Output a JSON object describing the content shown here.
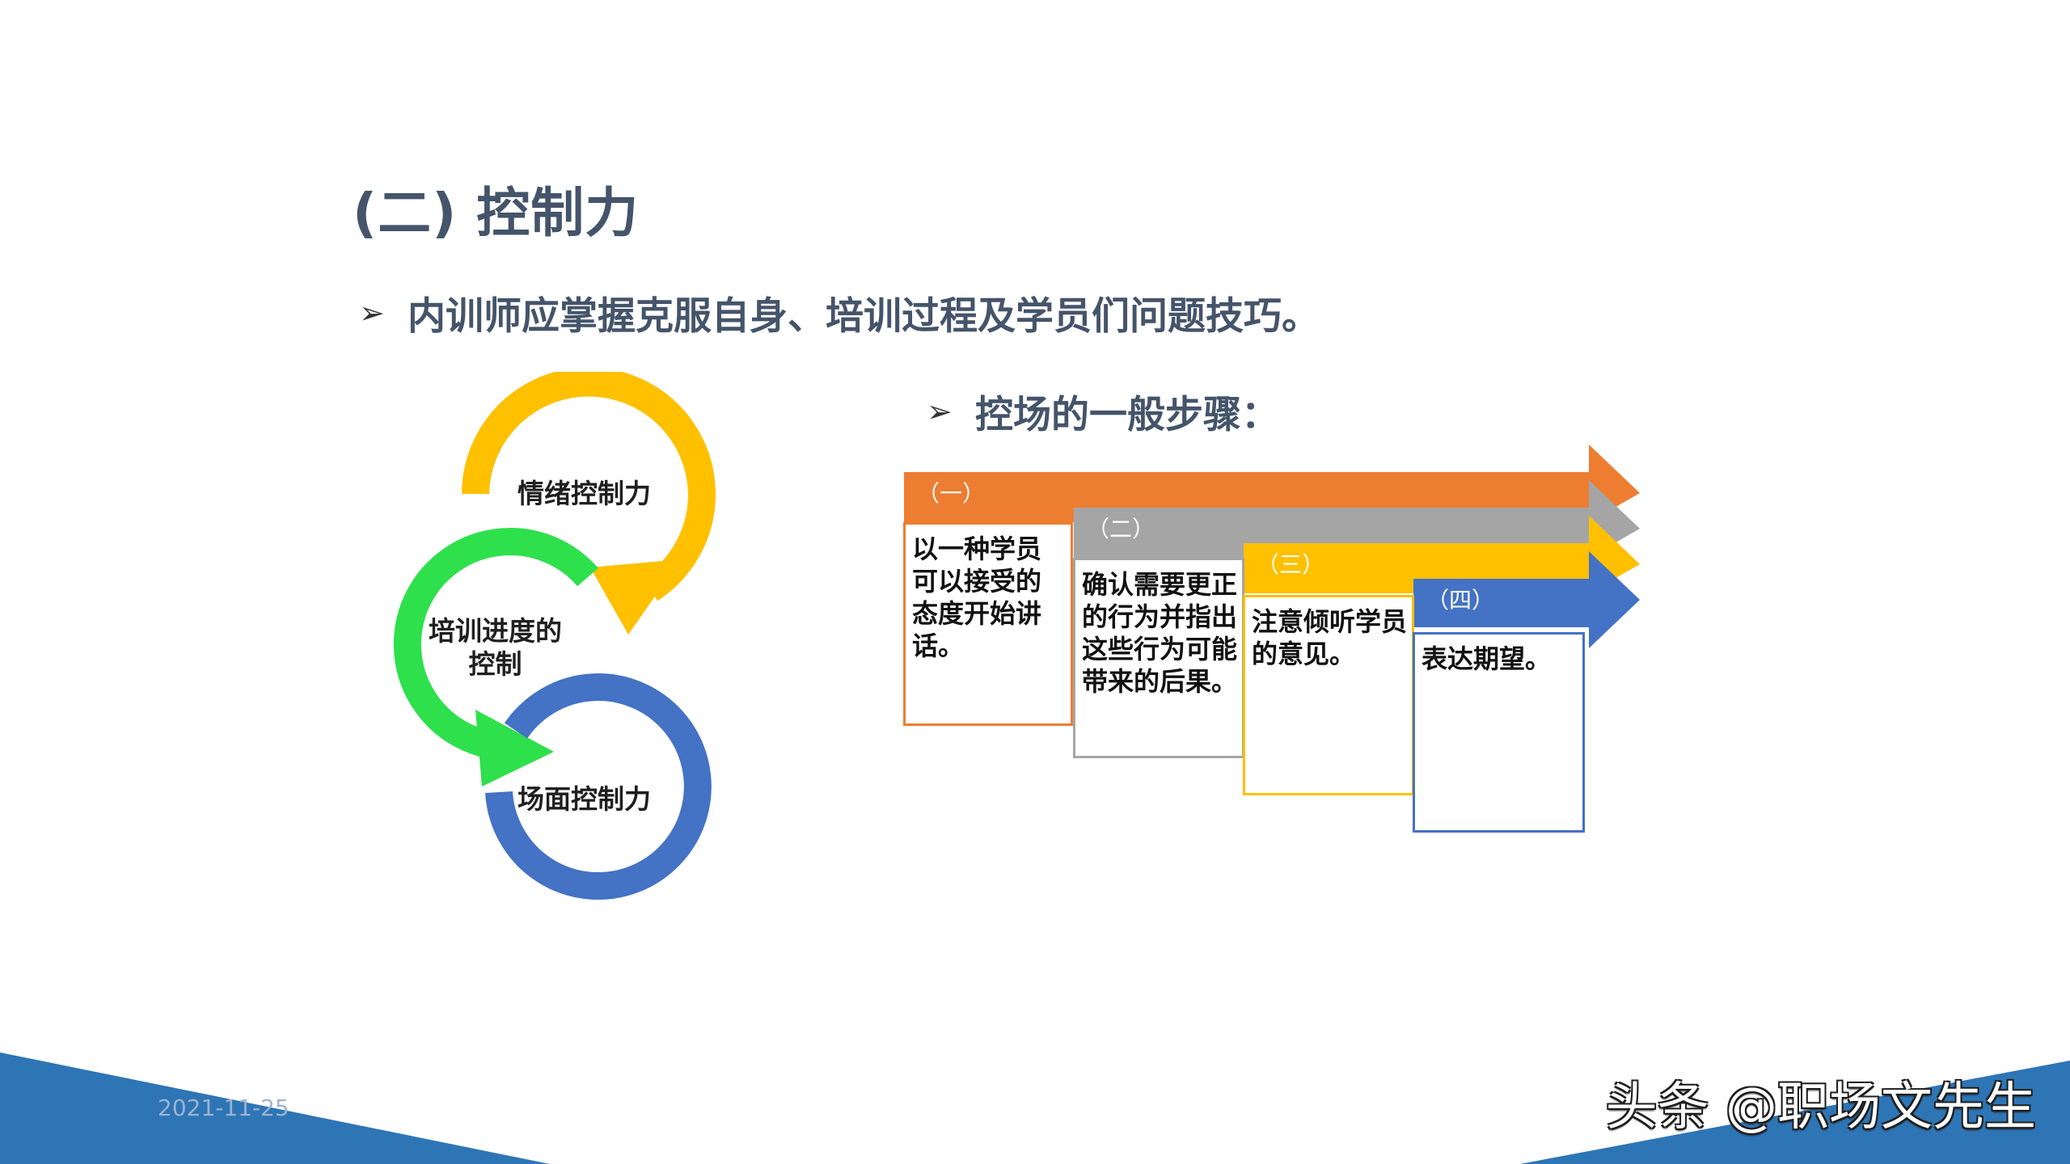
{
  "title": "(二) 控制力",
  "bullets": [
    {
      "marker": "➢",
      "text": "内训师应掌握克服自身、培训过程及学员们问题技巧。"
    },
    {
      "marker": "➢",
      "text": "控场的一般步骤："
    }
  ],
  "cycle": {
    "items": [
      {
        "label": "情绪控制力",
        "color": "#ffc000"
      },
      {
        "label_line1": "培训进度的",
        "label_line2": "控制",
        "color": "#2ee04b"
      },
      {
        "label": "场面控制力",
        "color": "#4472c4"
      }
    ]
  },
  "steps": [
    {
      "header": "（一）",
      "text": "以一种学员可以接受的态度开始讲话。",
      "color": "#ed7d31"
    },
    {
      "header": "（二）",
      "text": "确认需要更正的行为并指出这些行为可能带来的后果。",
      "color": "#a5a5a5"
    },
    {
      "header": "（三）",
      "text": "注意倾听学员的意见。",
      "color": "#ffc000"
    },
    {
      "header": "（四）",
      "text": "表达期望。",
      "color": "#4472c4"
    }
  ],
  "footer": {
    "date": "2021-11-25",
    "watermark": "头条 @职场文先生",
    "band_color": "#2e75b6"
  }
}
